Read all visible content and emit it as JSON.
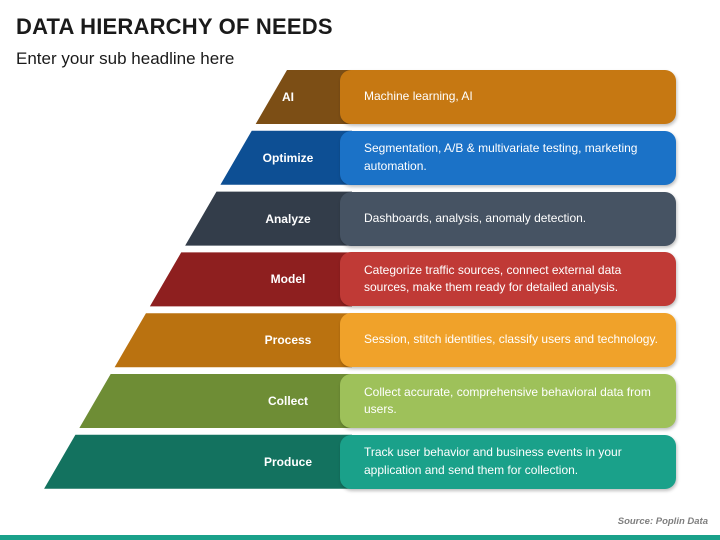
{
  "title": "DATA HIERARCHY OF NEEDS",
  "subtitle": "Enter your sub headline here",
  "levels": [
    {
      "label": "AI",
      "description": "Machine learning, AI",
      "dark": "#7c4e15",
      "light": "#c67812"
    },
    {
      "label": "Optimize",
      "description": "Segmentation, A/B & multivariate testing, marketing automation.",
      "dark": "#0d4f94",
      "light": "#1b72c7"
    },
    {
      "label": "Analyze",
      "description": "Dashboards, analysis, anomaly detection.",
      "dark": "#333d4a",
      "light": "#465363"
    },
    {
      "label": "Model",
      "description": "Categorize traffic sources, connect external data sources, make them ready for detailed analysis.",
      "dark": "#8e1f1f",
      "light": "#c03a36"
    },
    {
      "label": "Process",
      "description": "Session, stitch identities, classify users and technology.",
      "dark": "#ba7210",
      "light": "#f0a22a"
    },
    {
      "label": "Collect",
      "description": "Collect accurate, comprehensive behavioral data from users.",
      "dark": "#6e8d35",
      "light": "#9ec15a"
    },
    {
      "label": "Produce",
      "description": "Track user behavior and business events in your application and send them for collection.",
      "dark": "#13725f",
      "light": "#1aa18a"
    }
  ],
  "source": "Source: Poplin Data",
  "footer_color": "#1aa18a"
}
